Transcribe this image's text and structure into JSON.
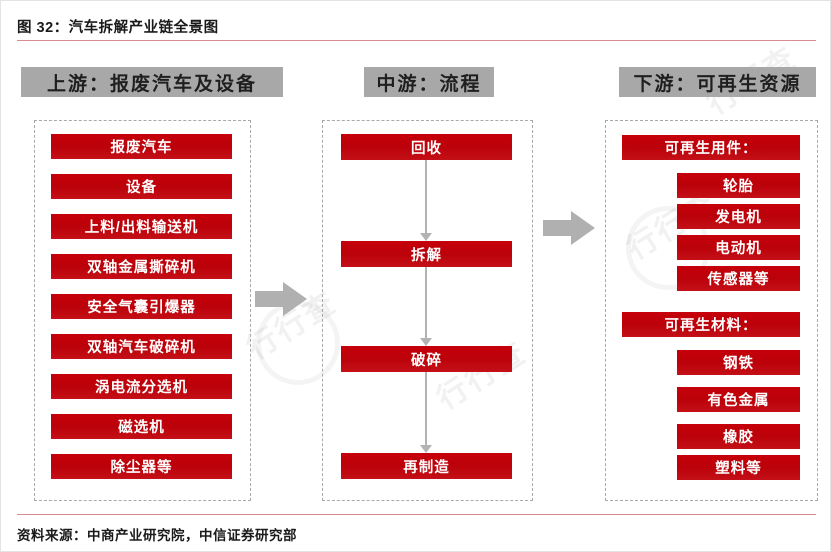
{
  "figure": {
    "title": "图 32：汽车拆解产业链全景图",
    "source": "资料来源：中商产业研究院，中信证券研究部",
    "accent_red": "#C0000B",
    "header_gray": "#A8A8A8",
    "rule_color": "#D98B92",
    "dash_border_color": "#A9A9A9",
    "arrow_gray": "#B0B0B0",
    "background": "#FFFFFF"
  },
  "watermark": {
    "text": "行行查",
    "instances": [
      "行行查",
      "行行查",
      "行行查",
      "行行查"
    ]
  },
  "columns": {
    "upstream": {
      "header": "上游：报废汽车及设备",
      "items": [
        "报废汽车",
        "设备",
        "上料/出料输送机",
        "双轴金属撕碎机",
        "安全气囊引爆器",
        "双轴汽车破碎机",
        "涡电流分选机",
        "磁选机",
        "除尘器等"
      ]
    },
    "midstream": {
      "header": "中游：流程",
      "steps": [
        "回收",
        "拆解",
        "破碎",
        "再制造"
      ]
    },
    "downstream": {
      "header": "下游：可再生资源",
      "groups": [
        {
          "label": "可再生用件：",
          "items": [
            "轮胎",
            "发电机",
            "电动机",
            "传感器等"
          ]
        },
        {
          "label": "可再生材料：",
          "items": [
            "钢铁",
            "有色金属",
            "橡胶",
            "塑料等"
          ]
        }
      ]
    }
  },
  "connectors": {
    "flow_arrows": [
      "回收→拆解",
      "拆解→破碎",
      "破碎→再制造"
    ],
    "stage_arrows": [
      "上游→中游",
      "中游→下游"
    ]
  }
}
